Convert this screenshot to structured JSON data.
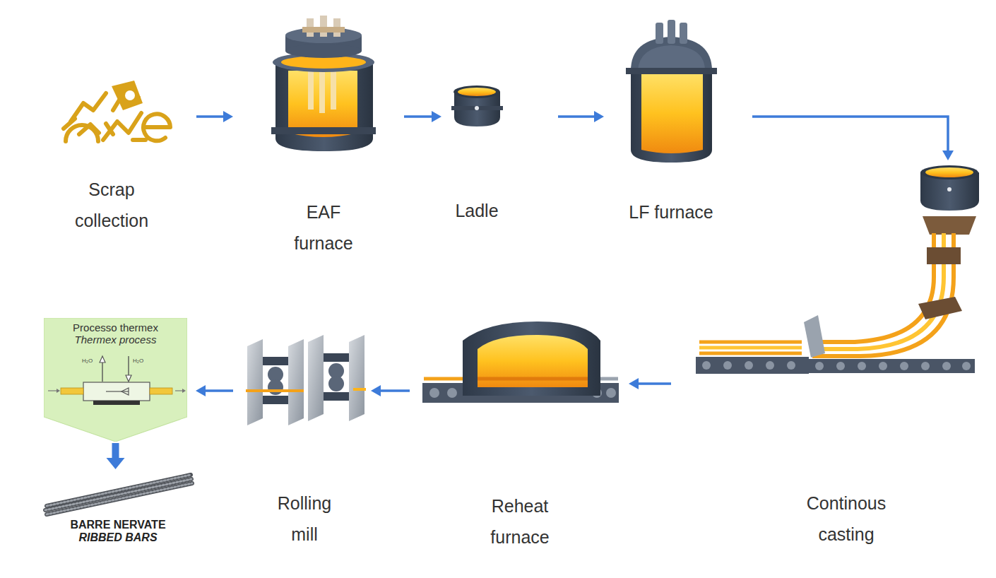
{
  "diagram": {
    "nodes": [
      {
        "text": [
          "Scrap collection"
        ]
      },
      {
        "text": [
          "EAF furnace"
        ]
      },
      {
        "text": [
          "Ladle"
        ]
      },
      {
        "text": [
          "LF furnace"
        ]
      },
      {
        "text": [
          "Continous casting"
        ]
      },
      {
        "text": [
          "Reheat furnace"
        ]
      },
      {
        "text": [
          "Rolling mill"
        ]
      },
      {
        "text": [
          "Processo thermex",
          "Thermex process"
        ]
      },
      {
        "text": [
          "BARRE NERVATE",
          "RIBBED BARS"
        ]
      }
    ],
    "edges": [
      {
        "from": 0,
        "to": 1,
        "arrow": "to"
      },
      {
        "from": 1,
        "to": 2,
        "arrow": "to"
      },
      {
        "from": 2,
        "to": 3,
        "arrow": "to"
      },
      {
        "from": 3,
        "to": 4,
        "arrow": "to"
      },
      {
        "from": 4,
        "to": 5,
        "arrow": "to"
      },
      {
        "from": 5,
        "to": 6,
        "arrow": "to"
      },
      {
        "from": 6,
        "to": 7,
        "arrow": "to"
      },
      {
        "from": 7,
        "to": 8,
        "arrow": "to"
      }
    ],
    "labels": [
      "H₂O",
      "H₂O"
    ]
  }
}
